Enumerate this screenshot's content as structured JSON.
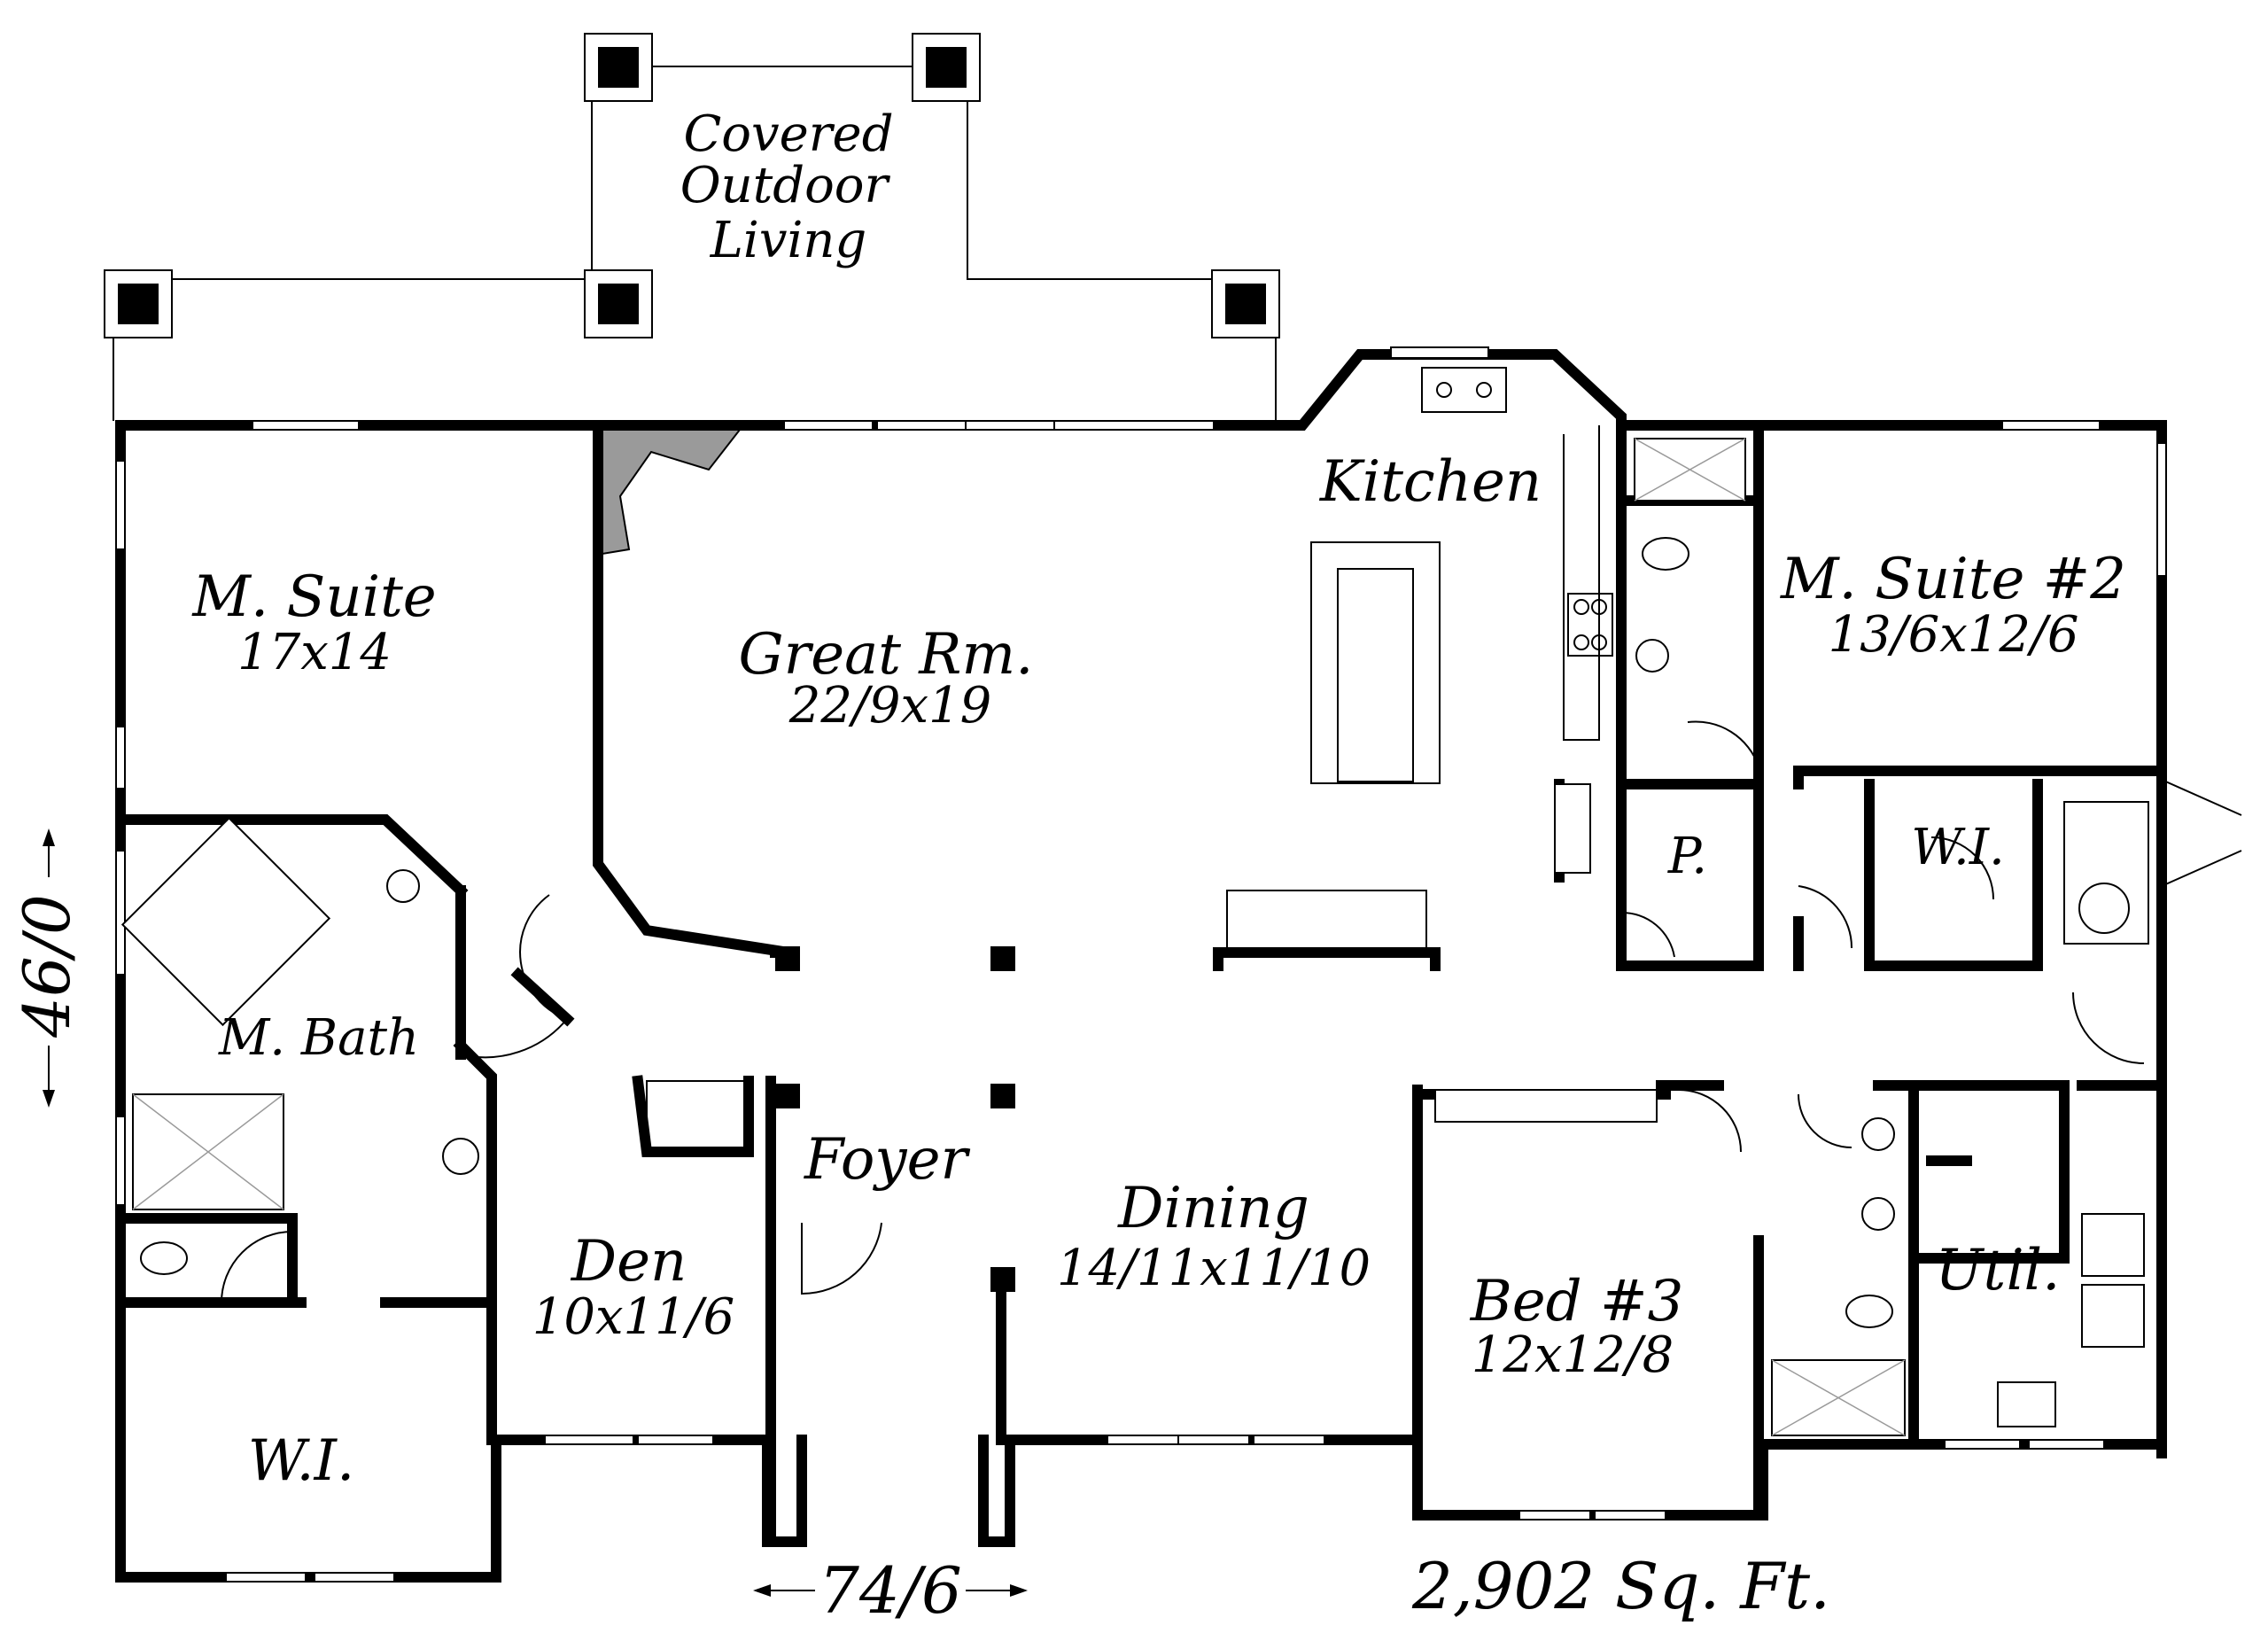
{
  "rooms": {
    "covered_outdoor": [
      "Covered",
      "Outdoor",
      "Living"
    ],
    "kitchen": "Kitchen",
    "m_suite": {
      "name": "M. Suite",
      "size": "17x14"
    },
    "great_room": {
      "name": "Great Rm.",
      "size": "22/9x19"
    },
    "m_suite_2": {
      "name": "M. Suite #2",
      "size": "13/6x12/6"
    },
    "pantry": "P.",
    "wi_suite2": "W.I.",
    "m_bath": "M. Bath",
    "foyer": "Foyer",
    "dining": {
      "name": "Dining",
      "size": "14/11x11/10"
    },
    "den": {
      "name": "Den",
      "size": "10x11/6"
    },
    "bed3": {
      "name": "Bed #3",
      "size": "12x12/8"
    },
    "util": "Util.",
    "wi_master": "W.I."
  },
  "dimensions": {
    "depth": "46/0",
    "width": "74/6",
    "area": "2,902 Sq. Ft."
  }
}
